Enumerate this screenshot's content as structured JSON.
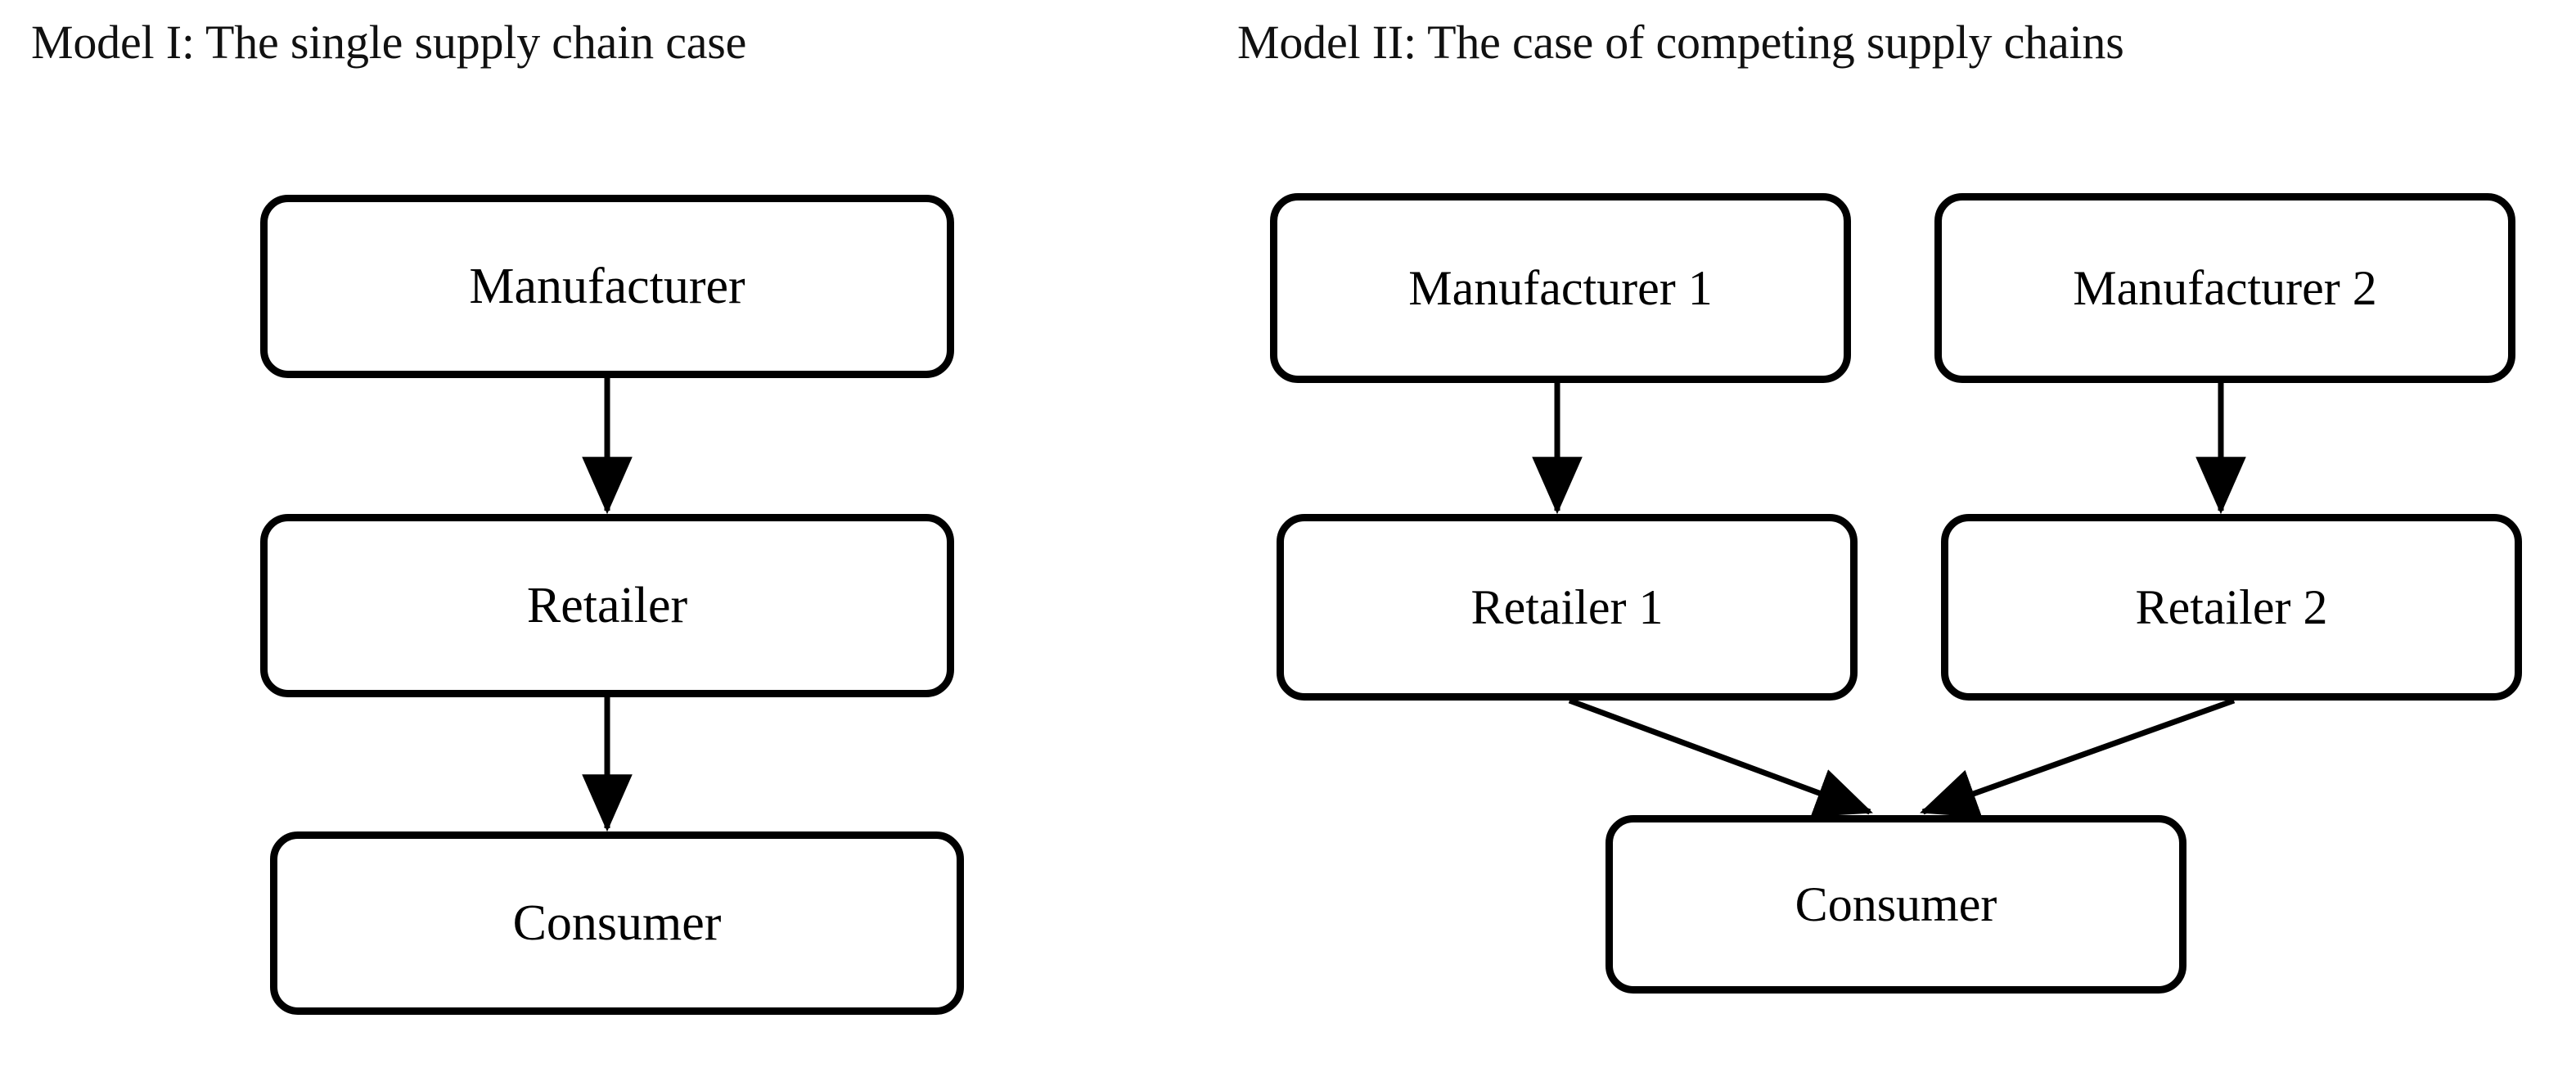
{
  "figure": {
    "background_color": "#ffffff",
    "line_color": "#000000",
    "panels": [
      {
        "id": "model-1",
        "title": "Model I: The single supply chain case",
        "nodes": [
          {
            "id": "manufacturer",
            "label": "Manufacturer"
          },
          {
            "id": "retailer",
            "label": "Retailer"
          },
          {
            "id": "consumer",
            "label": "Consumer"
          }
        ],
        "edges": [
          {
            "from": "manufacturer",
            "to": "retailer",
            "style": "vertical-arrow"
          },
          {
            "from": "retailer",
            "to": "consumer",
            "style": "vertical-arrow"
          }
        ]
      },
      {
        "id": "model-2",
        "title": "Model II: The case of competing supply chains",
        "nodes": [
          {
            "id": "manufacturer-1",
            "label": "Manufacturer 1"
          },
          {
            "id": "manufacturer-2",
            "label": "Manufacturer 2"
          },
          {
            "id": "retailer-1",
            "label": "Retailer 1"
          },
          {
            "id": "retailer-2",
            "label": "Retailer 2"
          },
          {
            "id": "consumer",
            "label": "Consumer"
          }
        ],
        "edges": [
          {
            "from": "manufacturer-1",
            "to": "retailer-1",
            "style": "vertical-arrow"
          },
          {
            "from": "manufacturer-2",
            "to": "retailer-2",
            "style": "vertical-arrow"
          },
          {
            "from": "retailer-1",
            "to": "consumer",
            "style": "diagonal-arrow"
          },
          {
            "from": "retailer-2",
            "to": "consumer",
            "style": "diagonal-arrow"
          }
        ]
      }
    ]
  }
}
